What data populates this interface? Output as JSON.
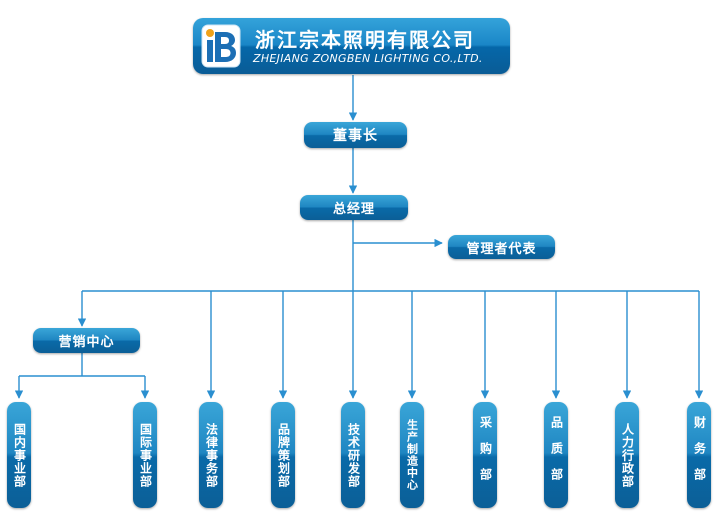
{
  "company": {
    "name_cn": "浙江宗本照明有限公司",
    "name_en": "ZHEJIANG ZONGBEN LIGHTING CO.,LTD."
  },
  "chairman": "董事长",
  "general_manager": "总经理",
  "management_rep": "管理者代表",
  "marketing_center": "营销中心",
  "marketing_departments": [
    "国内事业部",
    "国际事业部"
  ],
  "departments": [
    "法律事务部",
    "品牌策划部",
    "技术研发部",
    "生产制造中心",
    "采购部",
    "品质部",
    "人力行政部",
    "财务部"
  ],
  "colors": {
    "box_top": "#3aa6d8",
    "box_bottom": "#0b5f97",
    "line": "#2a8fd0"
  }
}
